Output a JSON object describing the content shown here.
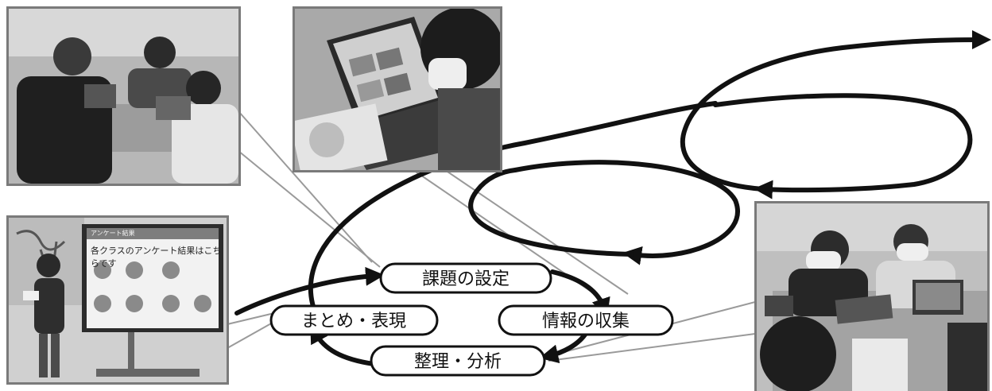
{
  "stages": {
    "setting": "課題の設定",
    "collection": "情報の収集",
    "analysis": "整理・分析",
    "summary": "まとめ・表現"
  },
  "photos": {
    "top_left": {
      "subject": "students-with-laptops"
    },
    "top_center": {
      "subject": "student-browsing-laptop"
    },
    "bottom_left": {
      "subject": "student-presenting-survey",
      "screen_header": "アンケート結果",
      "screen_title": "各クラスのアンケート結果はこちらです"
    },
    "right": {
      "subject": "students-working-together"
    }
  },
  "colors": {
    "ink": "#111111",
    "frame": "#7a7a7a",
    "connector": "#9a9a9a"
  }
}
